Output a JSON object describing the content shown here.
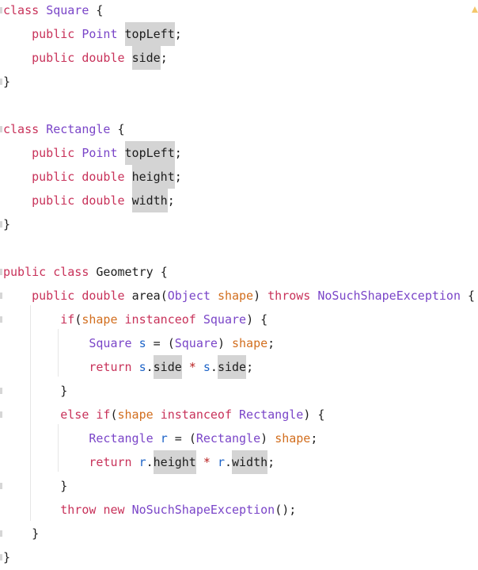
{
  "editor": {
    "lines": [
      [
        {
          "text": "class ",
          "cls": "keyword"
        },
        {
          "text": "Square ",
          "cls": "type"
        },
        {
          "text": "{",
          "cls": "plain"
        }
      ],
      [
        {
          "text": "    ",
          "cls": "plain"
        },
        {
          "text": "public ",
          "cls": "keyword"
        },
        {
          "text": "Point ",
          "cls": "type"
        },
        {
          "text": "topLeft",
          "cls": "field",
          "hl": true
        },
        {
          "text": ";",
          "cls": "plain"
        }
      ],
      [
        {
          "text": "    ",
          "cls": "plain"
        },
        {
          "text": "public ",
          "cls": "keyword"
        },
        {
          "text": "double ",
          "cls": "keyword"
        },
        {
          "text": "side",
          "cls": "field",
          "hl": true
        },
        {
          "text": ";",
          "cls": "plain"
        }
      ],
      [
        {
          "text": "}",
          "cls": "plain"
        }
      ],
      [],
      [
        {
          "text": "class ",
          "cls": "keyword"
        },
        {
          "text": "Rectangle ",
          "cls": "type"
        },
        {
          "text": "{",
          "cls": "plain"
        }
      ],
      [
        {
          "text": "    ",
          "cls": "plain"
        },
        {
          "text": "public ",
          "cls": "keyword"
        },
        {
          "text": "Point ",
          "cls": "type"
        },
        {
          "text": "topLeft",
          "cls": "field",
          "hl": true
        },
        {
          "text": ";",
          "cls": "plain"
        }
      ],
      [
        {
          "text": "    ",
          "cls": "plain"
        },
        {
          "text": "public ",
          "cls": "keyword"
        },
        {
          "text": "double ",
          "cls": "keyword"
        },
        {
          "text": "height",
          "cls": "field",
          "hl": true
        },
        {
          "text": ";",
          "cls": "plain"
        }
      ],
      [
        {
          "text": "    ",
          "cls": "plain"
        },
        {
          "text": "public ",
          "cls": "keyword"
        },
        {
          "text": "double ",
          "cls": "keyword"
        },
        {
          "text": "width",
          "cls": "field",
          "hl": true
        },
        {
          "text": ";",
          "cls": "plain"
        }
      ],
      [
        {
          "text": "}",
          "cls": "plain"
        }
      ],
      [],
      [
        {
          "text": "public ",
          "cls": "keyword"
        },
        {
          "text": "class ",
          "cls": "keyword"
        },
        {
          "text": "Geometry ",
          "cls": "plain"
        },
        {
          "text": "{",
          "cls": "plain"
        }
      ],
      [
        {
          "text": "    ",
          "cls": "plain"
        },
        {
          "text": "public ",
          "cls": "keyword"
        },
        {
          "text": "double ",
          "cls": "keyword"
        },
        {
          "text": "area",
          "cls": "method"
        },
        {
          "text": "(",
          "cls": "plain"
        },
        {
          "text": "Object ",
          "cls": "type"
        },
        {
          "text": "shape",
          "cls": "param"
        },
        {
          "text": ") ",
          "cls": "plain"
        },
        {
          "text": "throws ",
          "cls": "keyword"
        },
        {
          "text": "NoSuchShapeException ",
          "cls": "type"
        },
        {
          "text": "{",
          "cls": "plain"
        }
      ],
      [
        {
          "text": "        ",
          "cls": "plain"
        },
        {
          "text": "if",
          "cls": "keyword"
        },
        {
          "text": "(",
          "cls": "plain"
        },
        {
          "text": "shape ",
          "cls": "param"
        },
        {
          "text": "instanceof ",
          "cls": "keyword"
        },
        {
          "text": "Square",
          "cls": "type"
        },
        {
          "text": ") {",
          "cls": "plain"
        }
      ],
      [
        {
          "text": "            ",
          "cls": "plain"
        },
        {
          "text": "Square ",
          "cls": "type"
        },
        {
          "text": "s ",
          "cls": "local"
        },
        {
          "text": "= ",
          "cls": "plain"
        },
        {
          "text": "(",
          "cls": "plain"
        },
        {
          "text": "Square",
          "cls": "type"
        },
        {
          "text": ") ",
          "cls": "plain"
        },
        {
          "text": "shape",
          "cls": "param"
        },
        {
          "text": ";",
          "cls": "plain"
        }
      ],
      [
        {
          "text": "            ",
          "cls": "plain"
        },
        {
          "text": "return ",
          "cls": "keyword"
        },
        {
          "text": "s",
          "cls": "local"
        },
        {
          "text": ".",
          "cls": "plain"
        },
        {
          "text": "side",
          "cls": "field",
          "hl": true
        },
        {
          "text": " * ",
          "cls": "op"
        },
        {
          "text": "s",
          "cls": "local"
        },
        {
          "text": ".",
          "cls": "plain"
        },
        {
          "text": "side",
          "cls": "field",
          "hl": true
        },
        {
          "text": ";",
          "cls": "plain"
        }
      ],
      [
        {
          "text": "        ",
          "cls": "plain"
        },
        {
          "text": "}",
          "cls": "plain"
        }
      ],
      [
        {
          "text": "        ",
          "cls": "plain"
        },
        {
          "text": "else ",
          "cls": "keyword"
        },
        {
          "text": "if",
          "cls": "keyword"
        },
        {
          "text": "(",
          "cls": "plain"
        },
        {
          "text": "shape ",
          "cls": "param"
        },
        {
          "text": "instanceof ",
          "cls": "keyword"
        },
        {
          "text": "Rectangle",
          "cls": "type"
        },
        {
          "text": ") {",
          "cls": "plain"
        }
      ],
      [
        {
          "text": "            ",
          "cls": "plain"
        },
        {
          "text": "Rectangle ",
          "cls": "type"
        },
        {
          "text": "r ",
          "cls": "local"
        },
        {
          "text": "= ",
          "cls": "plain"
        },
        {
          "text": "(",
          "cls": "plain"
        },
        {
          "text": "Rectangle",
          "cls": "type"
        },
        {
          "text": ") ",
          "cls": "plain"
        },
        {
          "text": "shape",
          "cls": "param"
        },
        {
          "text": ";",
          "cls": "plain"
        }
      ],
      [
        {
          "text": "            ",
          "cls": "plain"
        },
        {
          "text": "return ",
          "cls": "keyword"
        },
        {
          "text": "r",
          "cls": "local"
        },
        {
          "text": ".",
          "cls": "plain"
        },
        {
          "text": "height",
          "cls": "field",
          "hl": true
        },
        {
          "text": " * ",
          "cls": "op"
        },
        {
          "text": "r",
          "cls": "local"
        },
        {
          "text": ".",
          "cls": "plain"
        },
        {
          "text": "width",
          "cls": "field",
          "hl": true
        },
        {
          "text": ";",
          "cls": "plain"
        }
      ],
      [
        {
          "text": "        ",
          "cls": "plain"
        },
        {
          "text": "}",
          "cls": "plain"
        }
      ],
      [
        {
          "text": "        ",
          "cls": "plain"
        },
        {
          "text": "throw ",
          "cls": "keyword"
        },
        {
          "text": "new ",
          "cls": "keyword"
        },
        {
          "text": "NoSuchShapeException",
          "cls": "type"
        },
        {
          "text": "();",
          "cls": "plain"
        }
      ],
      [
        {
          "text": "    ",
          "cls": "plain"
        },
        {
          "text": "}",
          "cls": "plain"
        }
      ],
      [
        {
          "text": "}",
          "cls": "plain"
        }
      ]
    ]
  }
}
